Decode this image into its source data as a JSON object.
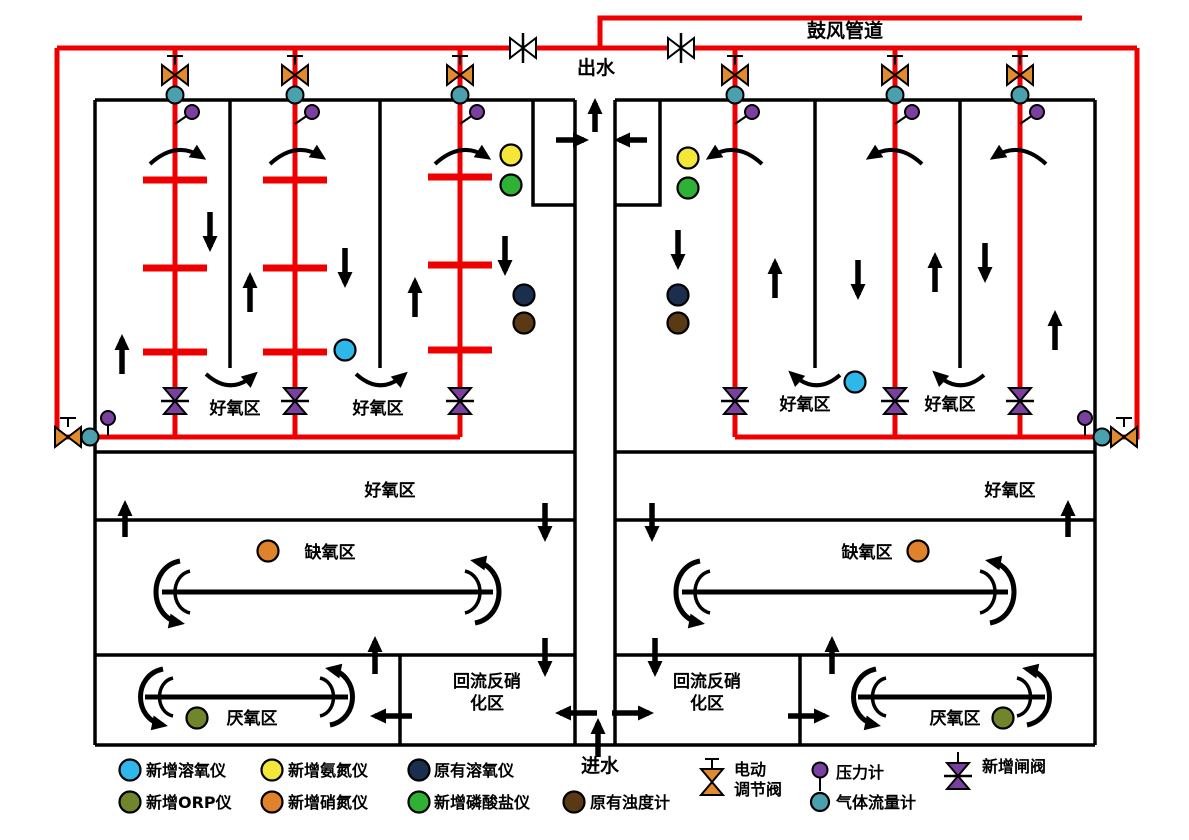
{
  "labels": {
    "blower_pipeline": "鼓风管道",
    "outflow": "出水",
    "inflow": "进水",
    "aerobic": "好氧区",
    "anoxic": "缺氧区",
    "anaerobic": "厌氧区",
    "denit_line1": "回流反硝",
    "denit_line2": "化区"
  },
  "legend": {
    "do_new": "新增溶氧仪",
    "orp_new": "新增ORP仪",
    "nh3_new": "新增氨氮仪",
    "no3_new": "新增硝氮仪",
    "do_old": "原有溶氧仪",
    "po4_new": "新增磷酸盐仪",
    "turb_old": "原有浊度计",
    "valve_electric_line1": "电动",
    "valve_electric_line2": "调节阀",
    "pressure_gauge": "压力计",
    "gas_flow_meter": "气体流量计",
    "gate_valve_new": "新增闸阀"
  },
  "colors": {
    "pipe": "#ee0000",
    "wall": "#000000",
    "do_new": "#30b7ea",
    "orp_new": "#71862c",
    "nh3_new": "#f5e73a",
    "no3_new": "#e0812c",
    "do_old": "#1c2e4e",
    "po4_new": "#2eb135",
    "turb_old": "#5a3a14",
    "purple": "#7b3fa0",
    "gas_meter": "#4aa0ad",
    "valve_electric": "#e08b2d"
  }
}
